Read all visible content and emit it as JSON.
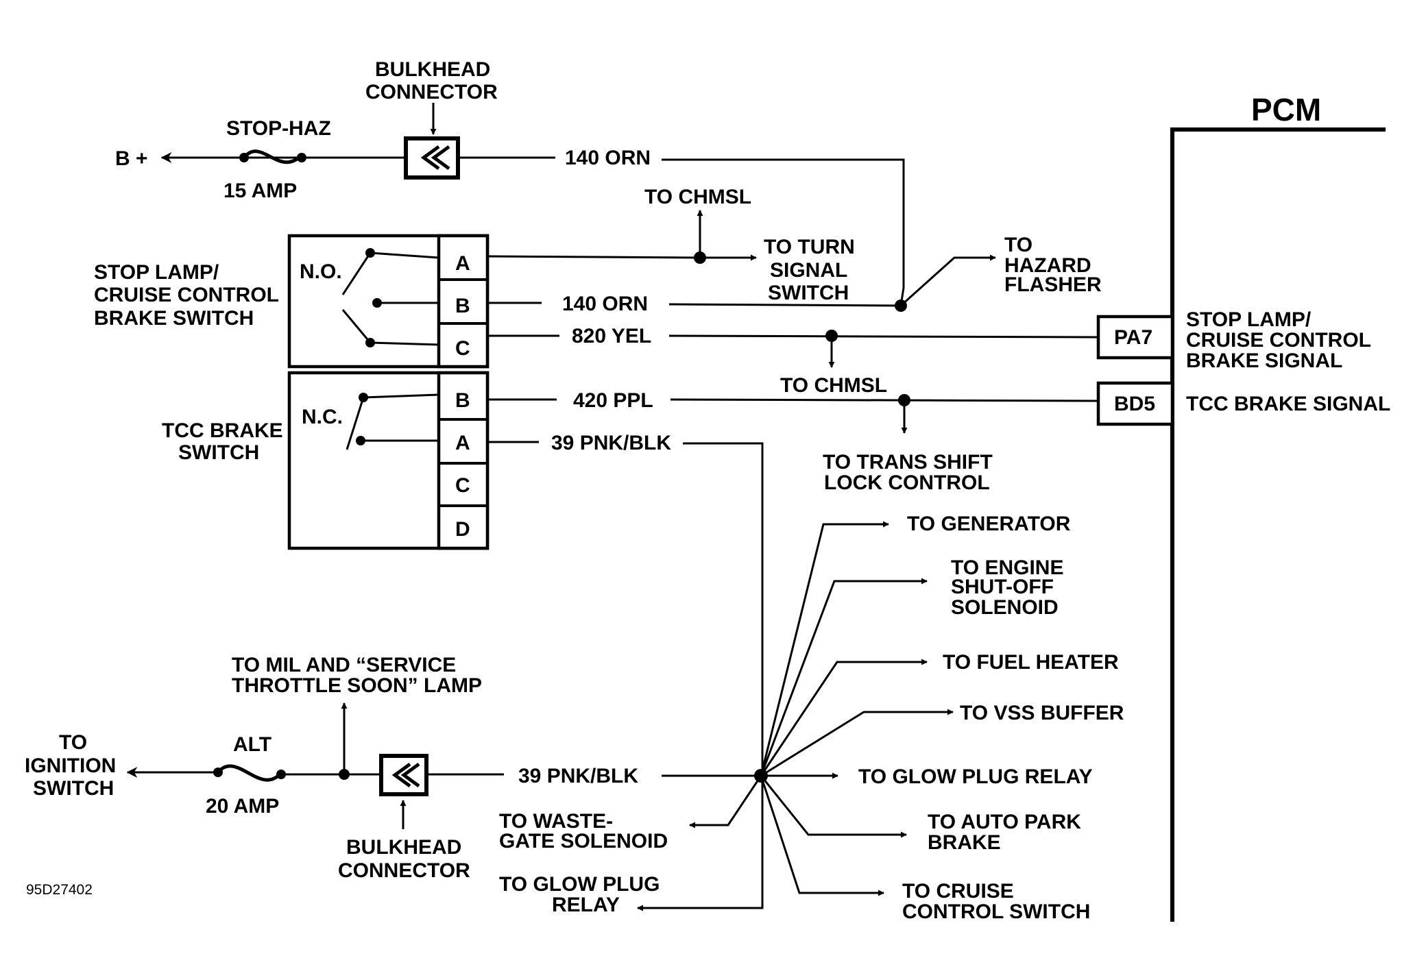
{
  "pcm": {
    "title": "PCM"
  },
  "fuses": {
    "stop_haz": {
      "name": "STOP-HAZ",
      "rating": "15 AMP"
    },
    "alt": {
      "name": "ALT",
      "rating": "20 AMP"
    }
  },
  "power": {
    "b_plus": "B +",
    "to_ignition": [
      "TO",
      "IGNITION",
      "SWITCH"
    ]
  },
  "bulkhead_connector": [
    "BULKHEAD",
    "CONNECTOR"
  ],
  "switches": {
    "stop_lamp": {
      "name": [
        "STOP LAMP/",
        "CRUISE CONTROL",
        "BRAKE SWITCH"
      ],
      "state": "N.O.",
      "pins": [
        "A",
        "B",
        "C"
      ]
    },
    "tcc": {
      "name": [
        "TCC BRAKE",
        "SWITCH"
      ],
      "state": "N.C.",
      "pins": [
        "B",
        "A",
        "C",
        "D"
      ]
    }
  },
  "wires": {
    "orn_top": "140 ORN",
    "orn_b": "140 ORN",
    "yel": "820 YEL",
    "ppl": "420 PPL",
    "pnk_a": "39 PNK/BLK",
    "pnk_bottom": "39  PNK/BLK"
  },
  "pcm_pins": {
    "pa7": {
      "pin": "PA7",
      "signal": [
        "STOP LAMP/",
        "CRUISE CONTROL",
        "BRAKE SIGNAL"
      ]
    },
    "bd5": {
      "pin": "BD5",
      "signal": "TCC BRAKE SIGNAL"
    }
  },
  "destinations": {
    "chmsl_top": "TO CHMSL",
    "turn_signal": [
      "TO TURN",
      "SIGNAL",
      "SWITCH"
    ],
    "hazard": [
      "TO",
      "HAZARD",
      "FLASHER"
    ],
    "chmsl_mid": "TO CHMSL",
    "trans_shift": [
      "TO TRANS SHIFT",
      "LOCK CONTROL"
    ],
    "generator": "TO GENERATOR",
    "engine_shutoff": [
      "TO ENGINE",
      "SHUT-OFF",
      "SOLENOID"
    ],
    "fuel_heater": "TO FUEL HEATER",
    "vss_buffer": "TO VSS BUFFER",
    "glow_plug_relay_right": "TO GLOW PLUG RELAY",
    "auto_park_brake": [
      "TO AUTO PARK",
      "BRAKE"
    ],
    "cruise_control_switch": [
      "TO CRUISE",
      "CONTROL SWITCH"
    ],
    "wastegate": [
      "TO WASTE-",
      "GATE SOLENOID"
    ],
    "glow_plug_relay_left": [
      "TO GLOW PLUG",
      "RELAY"
    ],
    "mil_lamp": [
      "TO MIL AND “SERVICE",
      "THROTTLE SOON” LAMP"
    ]
  },
  "figure_id": "95D27402"
}
